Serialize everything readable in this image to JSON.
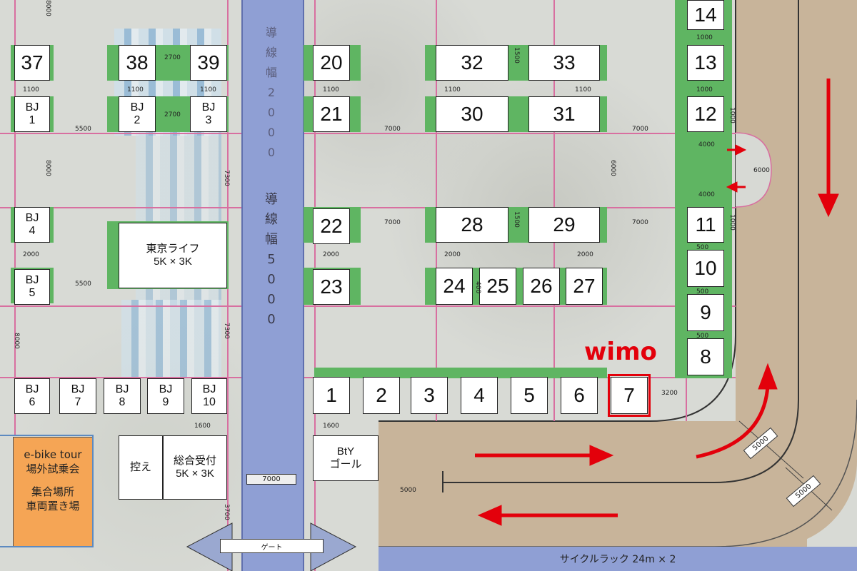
{
  "corridor": {
    "label_upper": [
      "導",
      "線",
      "幅",
      "2",
      "0",
      "0",
      "0"
    ],
    "label_lower": [
      "導",
      "線",
      "幅",
      "5",
      "0",
      "0",
      "0"
    ]
  },
  "booths": {
    "b37": "37",
    "b38": "38",
    "b39": "39",
    "b20": "20",
    "b32": "32",
    "b33": "33",
    "b14": "14",
    "b13": "13",
    "b12": "12",
    "b21": "21",
    "b30": "30",
    "b31": "31",
    "b22": "22",
    "b28": "28",
    "b29": "29",
    "b11": "11",
    "b10": "10",
    "b23": "23",
    "b24": "24",
    "b25": "25",
    "b26": "26",
    "b27": "27",
    "b9": "9",
    "b8": "8",
    "b1": "1",
    "b2": "2",
    "b3": "3",
    "b4": "4",
    "b5": "5",
    "b6": "6",
    "b7": "7"
  },
  "bj": {
    "bj1": [
      "BJ",
      "1"
    ],
    "bj2": [
      "BJ",
      "2"
    ],
    "bj3": [
      "BJ",
      "3"
    ],
    "bj4": [
      "BJ",
      "4"
    ],
    "bj5": [
      "BJ",
      "5"
    ],
    "bj6": [
      "BJ",
      "6"
    ],
    "bj7": [
      "BJ",
      "7"
    ],
    "bj8": [
      "BJ",
      "8"
    ],
    "bj9": [
      "BJ",
      "9"
    ],
    "bj10": [
      "BJ",
      "10"
    ]
  },
  "special": {
    "tokyo_life": [
      "東京ライフ",
      "5K × 3K"
    ],
    "reception_spare": "控え",
    "reception": [
      "総合受付",
      "5K × 3K"
    ],
    "bty_goal": [
      "BtY",
      "ゴール"
    ],
    "ebike": [
      "e-bike tour",
      "場外試乗会",
      "",
      "集合場所",
      "車両置き場"
    ],
    "gate": "ゲート",
    "cycle_rack": "サイクルラック 24m × 2"
  },
  "highlight": {
    "label": "wimo",
    "color": "#e3000b"
  },
  "dimensions": {
    "d2700a": "2700",
    "d2700b": "2700",
    "d1100a": "1100",
    "d1100b": "1100",
    "d1100c": "1100",
    "d1100d": "1100",
    "d1100e": "1100",
    "d1100f": "1100",
    "d1000a": "1000",
    "d1000b": "1000",
    "d5500a": "5500",
    "d5500b": "5500",
    "d7000a": "7000",
    "d7000b": "7000",
    "d7000c": "7000",
    "d7000d": "7000",
    "d2000a": "2000",
    "d2000b": "2000",
    "d2000c": "2000",
    "d500a": "500",
    "d500b": "500",
    "d500c": "500",
    "d1600a": "1600",
    "d1600b": "1600",
    "d3200": "3200",
    "d6000": "6000",
    "d4000a": "4000",
    "d4000b": "4000",
    "d5000a": "5000",
    "d5000b": "5000",
    "d5000c": "5000",
    "d7000gate": "7000",
    "d7300a": "7300",
    "d7300b": "7300",
    "d8000a": "8000",
    "d8000b": "8000",
    "d8000c": "8000",
    "d6000v": "6000",
    "d1500a": "1500",
    "d1500b": "1500",
    "d1000v1": "1000",
    "d1000v2": "1000",
    "d3700": "3700",
    "d400": "400"
  },
  "colors": {
    "booth_green": "#5fb562",
    "road": "#c8b49a",
    "corridor": "#8f9fd4",
    "arrow": "#e3000b",
    "guide_line": "#d86fa0"
  }
}
